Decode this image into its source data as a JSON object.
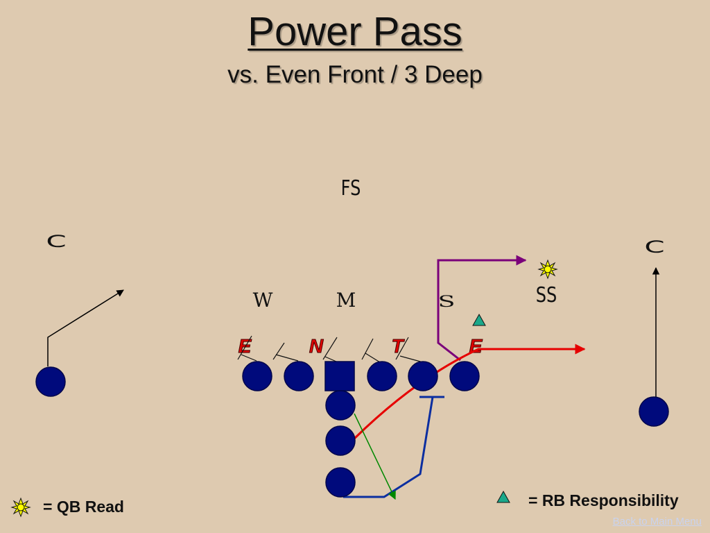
{
  "title": "Power Pass",
  "subtitle": "vs. Even Front / 3 Deep",
  "defense": {
    "free_safety": "FS",
    "corner_left": "C",
    "corner_right": "C",
    "strong_safety": "SS",
    "linebackers": [
      "W",
      "M",
      "S"
    ],
    "line": [
      "E",
      "N",
      "T",
      "E"
    ]
  },
  "legend": {
    "qb_read": "= QB Read",
    "rb_responsibility": "= RB Responsibility"
  },
  "back_link": "Back to Main Menu",
  "colors": {
    "background": "#decab0",
    "offense_player": "#000a7c",
    "qb_read_star": "#ffff00",
    "rb_triangle": "#1aa88a",
    "route_red": "#e60000",
    "route_purple": "#7a007a",
    "route_blue": "#0b2ea0",
    "route_green": "#008800",
    "defensive_line_label": "#e00000"
  }
}
